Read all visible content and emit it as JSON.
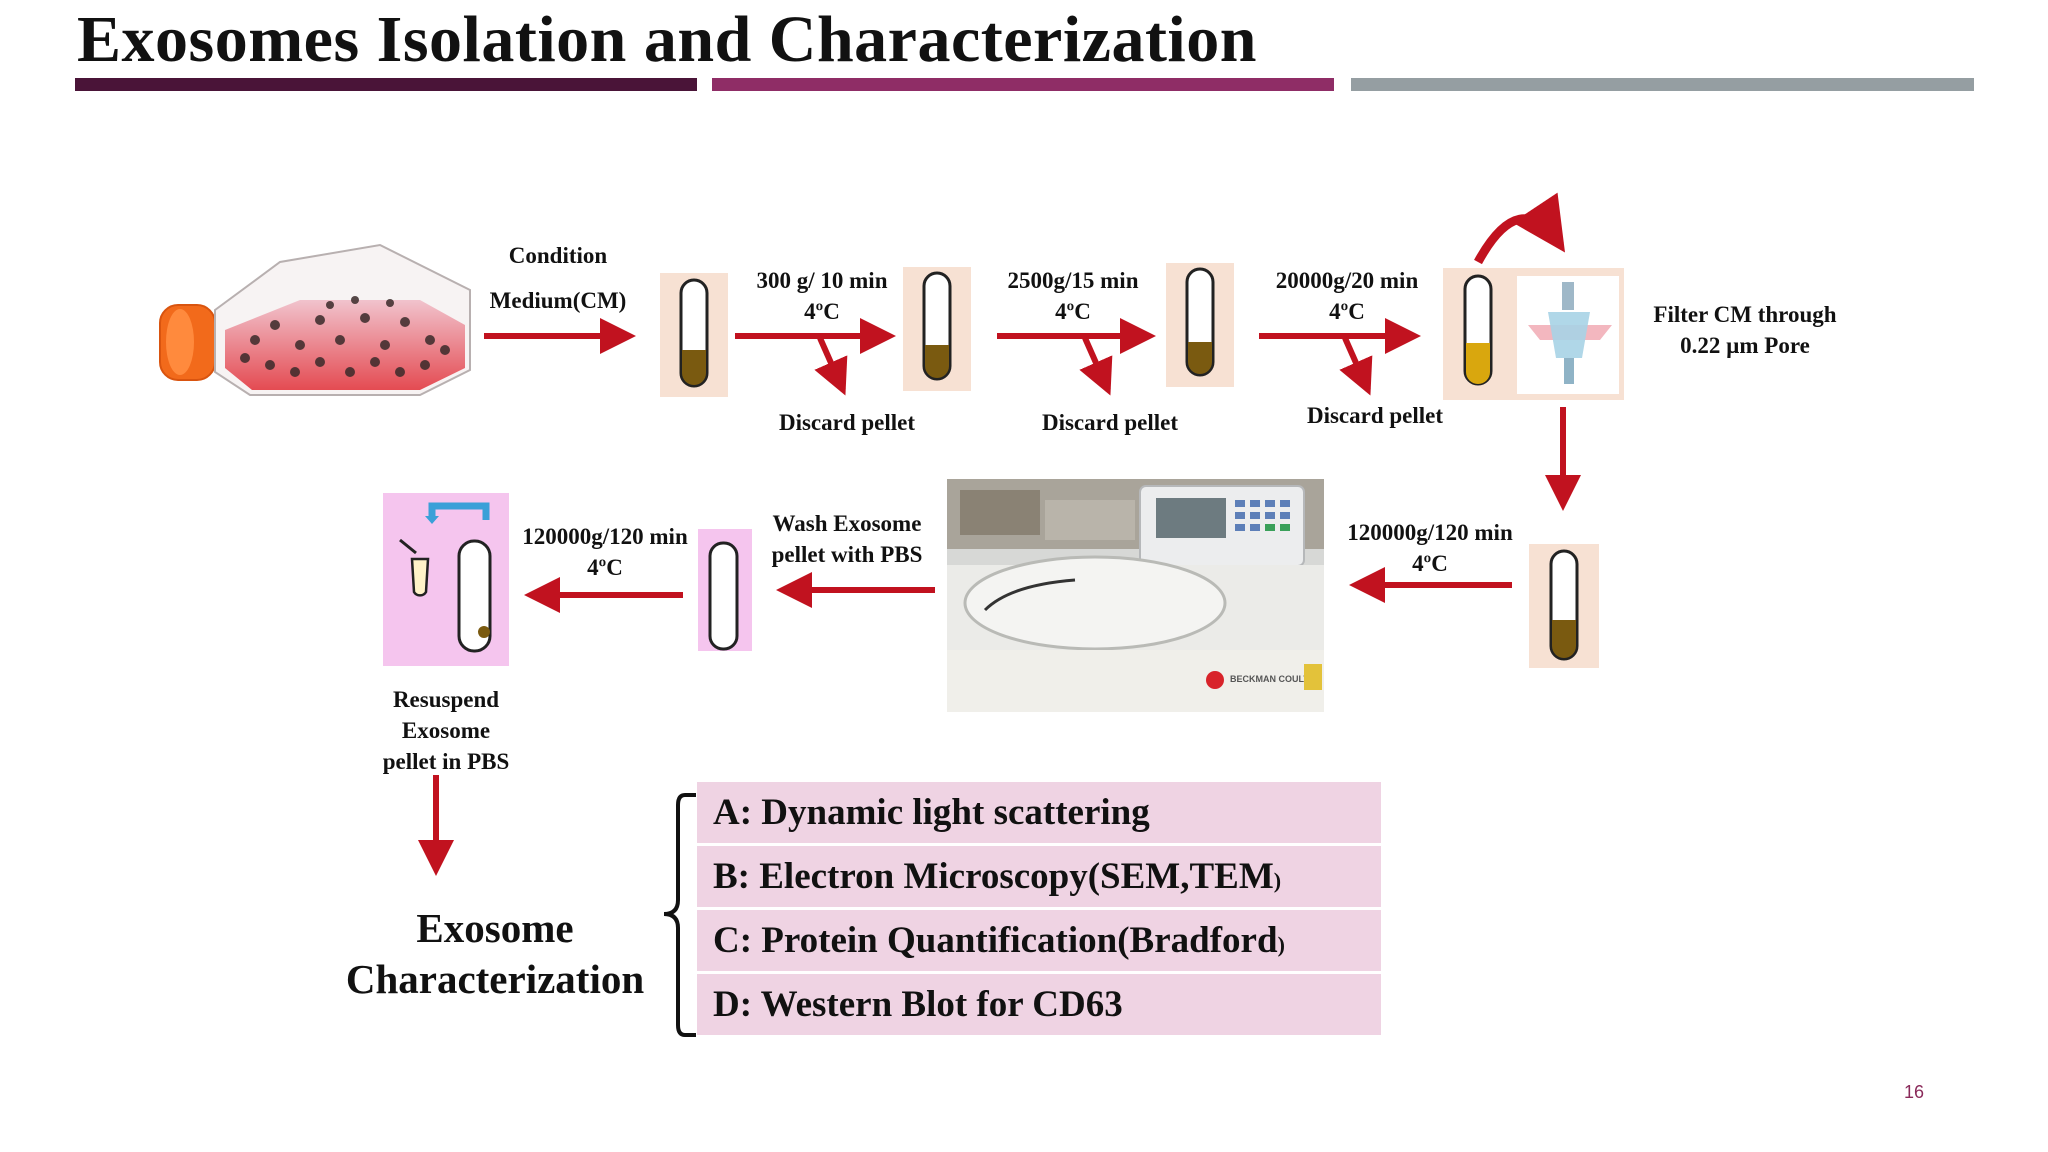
{
  "title": "Exosomes Isolation and Characterization",
  "colors": {
    "rule1": "#4a1438",
    "rule2": "#8f2d66",
    "rule3": "#959ea2",
    "arrow": "#c1121f",
    "row_bg": "#efd3e3"
  },
  "steps": {
    "cm_line1": "Condition",
    "cm_line2": "Medium(CM)",
    "spin1_line1": "300 g/ 10 min",
    "spin1_line2": "4ºC",
    "spin2_line1": "2500g/15 min",
    "spin2_line2": "4ºC",
    "spin3_line1": "20000g/20 min",
    "spin3_line2": "4ºC",
    "discard1": "Discard pellet",
    "discard2": "Discard pellet",
    "discard3": "Discard pellet",
    "filter_line1": "Filter CM through",
    "filter_line2": "0.22 µm Pore",
    "spin4_line1": "120000g/120 min",
    "spin4_line2": "4ºC",
    "wash_line1": "Wash Exosome",
    "wash_line2": "pellet with PBS",
    "spin5_line1": "120000g/120 min",
    "spin5_line2": "4ºC",
    "resuspend_line1": "Resuspend",
    "resuspend_line2": "Exosome",
    "resuspend_line3": "pellet in PBS"
  },
  "centrifuge_brand": "BECKMAN COULTER",
  "characterization": {
    "line1": "Exosome",
    "line2": "Characterization",
    "methods": [
      {
        "main": "A: Dynamic light scattering",
        "tail": ""
      },
      {
        "main": "B: Electron Microscopy(SEM,TEM",
        "tail": ")"
      },
      {
        "main": "C: Protein Quantification(Bradford",
        "tail": ")"
      },
      {
        "main": "D: Western Blot for CD63",
        "tail": ""
      }
    ]
  },
  "page_number": "16"
}
